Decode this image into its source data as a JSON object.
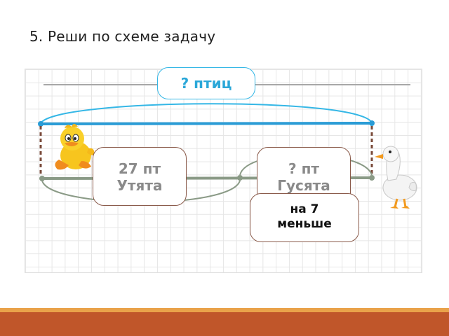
{
  "task": {
    "title": "5. Реши по схеме задачу"
  },
  "total": {
    "label": "? птиц"
  },
  "ducks": {
    "value": "27 пт",
    "name": "Утята"
  },
  "geese": {
    "value": "? пт",
    "name": "Гусята"
  },
  "relation": {
    "line1": "на 7",
    "line2": "меньше"
  },
  "colors": {
    "total_accent": "#2aa7d8",
    "segment_line": "#8a9a86",
    "bubble_border": "#8a5a4a",
    "footer": "#c0562a",
    "footer_light": "#e9a24a"
  },
  "icons": [
    "duckling-icon",
    "goose-icon"
  ]
}
